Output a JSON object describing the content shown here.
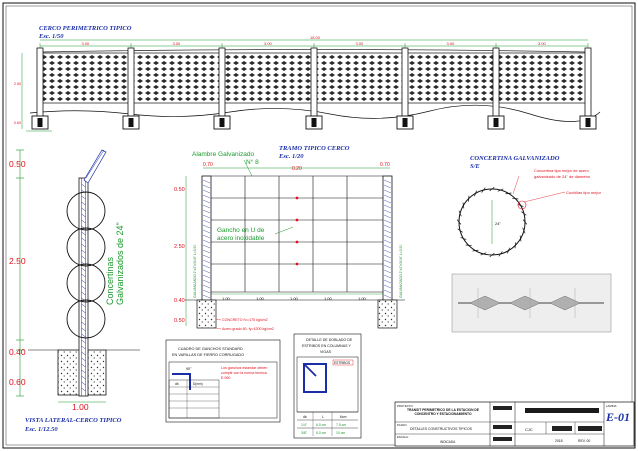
{
  "sections": {
    "perimeter": {
      "title": "CERCO PERIMETRICO TIPICO",
      "scale": "Esc. 1/50",
      "bay_label": "3.00",
      "total_label": "18.00",
      "height_label": "2.50",
      "base_label": "0.60"
    },
    "tramo": {
      "title": "TRAMO TIPICO CERCO",
      "scale": "Esc. 1/20",
      "wire_label": "Alambre Galvanizado",
      "wire_gauge": "N° 8",
      "hook_line1": "Gancho en U de",
      "hook_line2": "acero inoxidable",
      "top_left": "0.70",
      "top_mid": "0.20",
      "top_right": "0.70",
      "dim_top": "0.50",
      "dim_main": "2.50",
      "dim_low": "0.40",
      "dim_base": "0.50",
      "spacing": "1.00",
      "concrete": "CONCRETO f'c=175 kg/cm2",
      "steel": "Acero grado 60, fy=4200 kg/cm2",
      "side_text": "GALVANIZADO 2\"x2\"x3/16\" L=3.50"
    },
    "lateral": {
      "title": "VISTA LATERAL-CERCO TIPICO",
      "scale": "Esc. 1/12.50",
      "dim_top": "0.50",
      "dim_main": "2.50",
      "dim_low": "0.40",
      "dim_base": "0.60",
      "dim_width": "1.00",
      "conc_line1": "Concertinas",
      "conc_line2": "Galvanizados de 24\""
    },
    "concertina": {
      "title": "CONCERTINA GALVANIZADO",
      "scale": "S/E",
      "note1": "Concertina tipo mejor de acero",
      "note2": "galvanizado de 24\" de diametro",
      "note3": "Cuchillas tipo mejor",
      "dim": "24\""
    },
    "hooks_table": {
      "title1": "CUADRO DE GANCHOS STANDARD",
      "title2": "EN VARILLAS DE FIERRO CORRUGADO",
      "subtitle": "90°",
      "col1": "db",
      "col2": "D(mm)",
      "note": "Los ganchos estandar deben cumplir con la norma tecnica E.060"
    },
    "stirrups_table": {
      "title1": "DETALLE DE DOBLADO DE",
      "title2": "ESTRIBOS EN COLUMNAS Y",
      "title3": "VIGAS",
      "tag": "ESTRIBOS",
      "col1": "db",
      "col2": "L",
      "col3": "6cm",
      "row1": [
        "1/4\"",
        "6.0 cm",
        "7.5 cm"
      ],
      "row2": [
        "3/8\"",
        "8.0 cm",
        "10 cm"
      ]
    }
  },
  "title_block": {
    "project_label": "PROYECTO:",
    "project": "TRANSIT PERIMETRICO DE LA ESTACION DE CONCENTRO Y ESTACIONAMIENTO",
    "desc_label": "PLANO:",
    "desc": "DETALLES CONSTRUCTIVOS TIPICOS",
    "scale_label": "ESCALA:",
    "scale": "INDICADA",
    "sheet_label": "LAMINA:",
    "sheet_no": "E-01",
    "code": "CJC",
    "date": "2018",
    "rev": "REV. 00"
  },
  "colors": {
    "line": "#111111",
    "red": "#e0101c",
    "green": "#1c9a2e",
    "blue": "#1a2ea8",
    "purple": "#7a1fa2",
    "cyan": "#1ab4c8"
  }
}
